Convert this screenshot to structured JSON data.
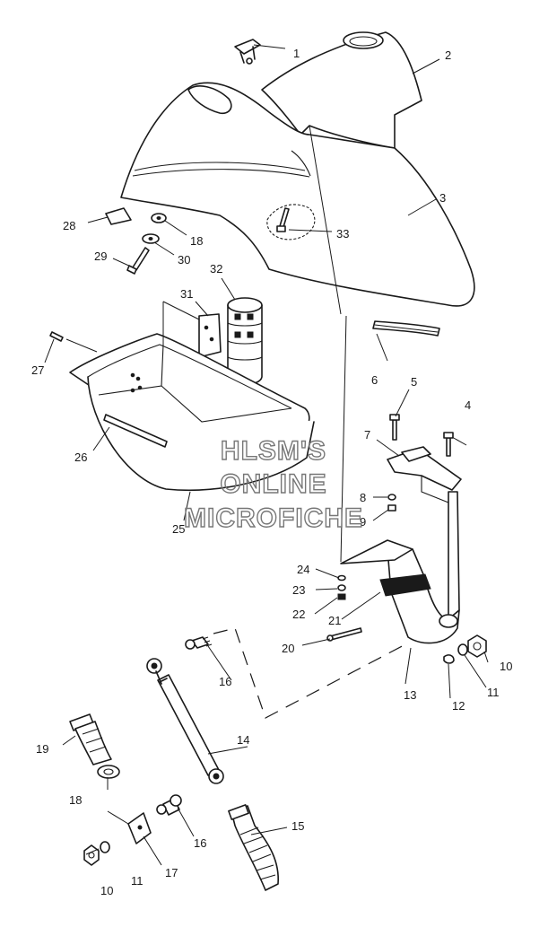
{
  "diagram": {
    "callouts": {
      "c1": "1",
      "c2": "2",
      "c3": "3",
      "c4": "4",
      "c5": "5",
      "c6": "6",
      "c7": "7",
      "c8": "8",
      "c9": "9",
      "c10a": "10",
      "c10b": "10",
      "c11a": "11",
      "c11b": "11",
      "c12": "12",
      "c13": "13",
      "c14": "14",
      "c15": "15",
      "c16a": "16",
      "c16b": "16",
      "c17": "17",
      "c18a": "18",
      "c18b": "18",
      "c19": "19",
      "c20": "20",
      "c21": "21",
      "c22": "22",
      "c23": "23",
      "c24": "24",
      "c25": "25",
      "c26": "26",
      "c27": "27",
      "c28": "28",
      "c29": "29",
      "c30": "30",
      "c31": "31",
      "c32": "32",
      "c33": "33"
    },
    "watermark": {
      "line1": "HLSM'S",
      "line2": "ONLINE",
      "line3": "MICROFICHE"
    }
  }
}
